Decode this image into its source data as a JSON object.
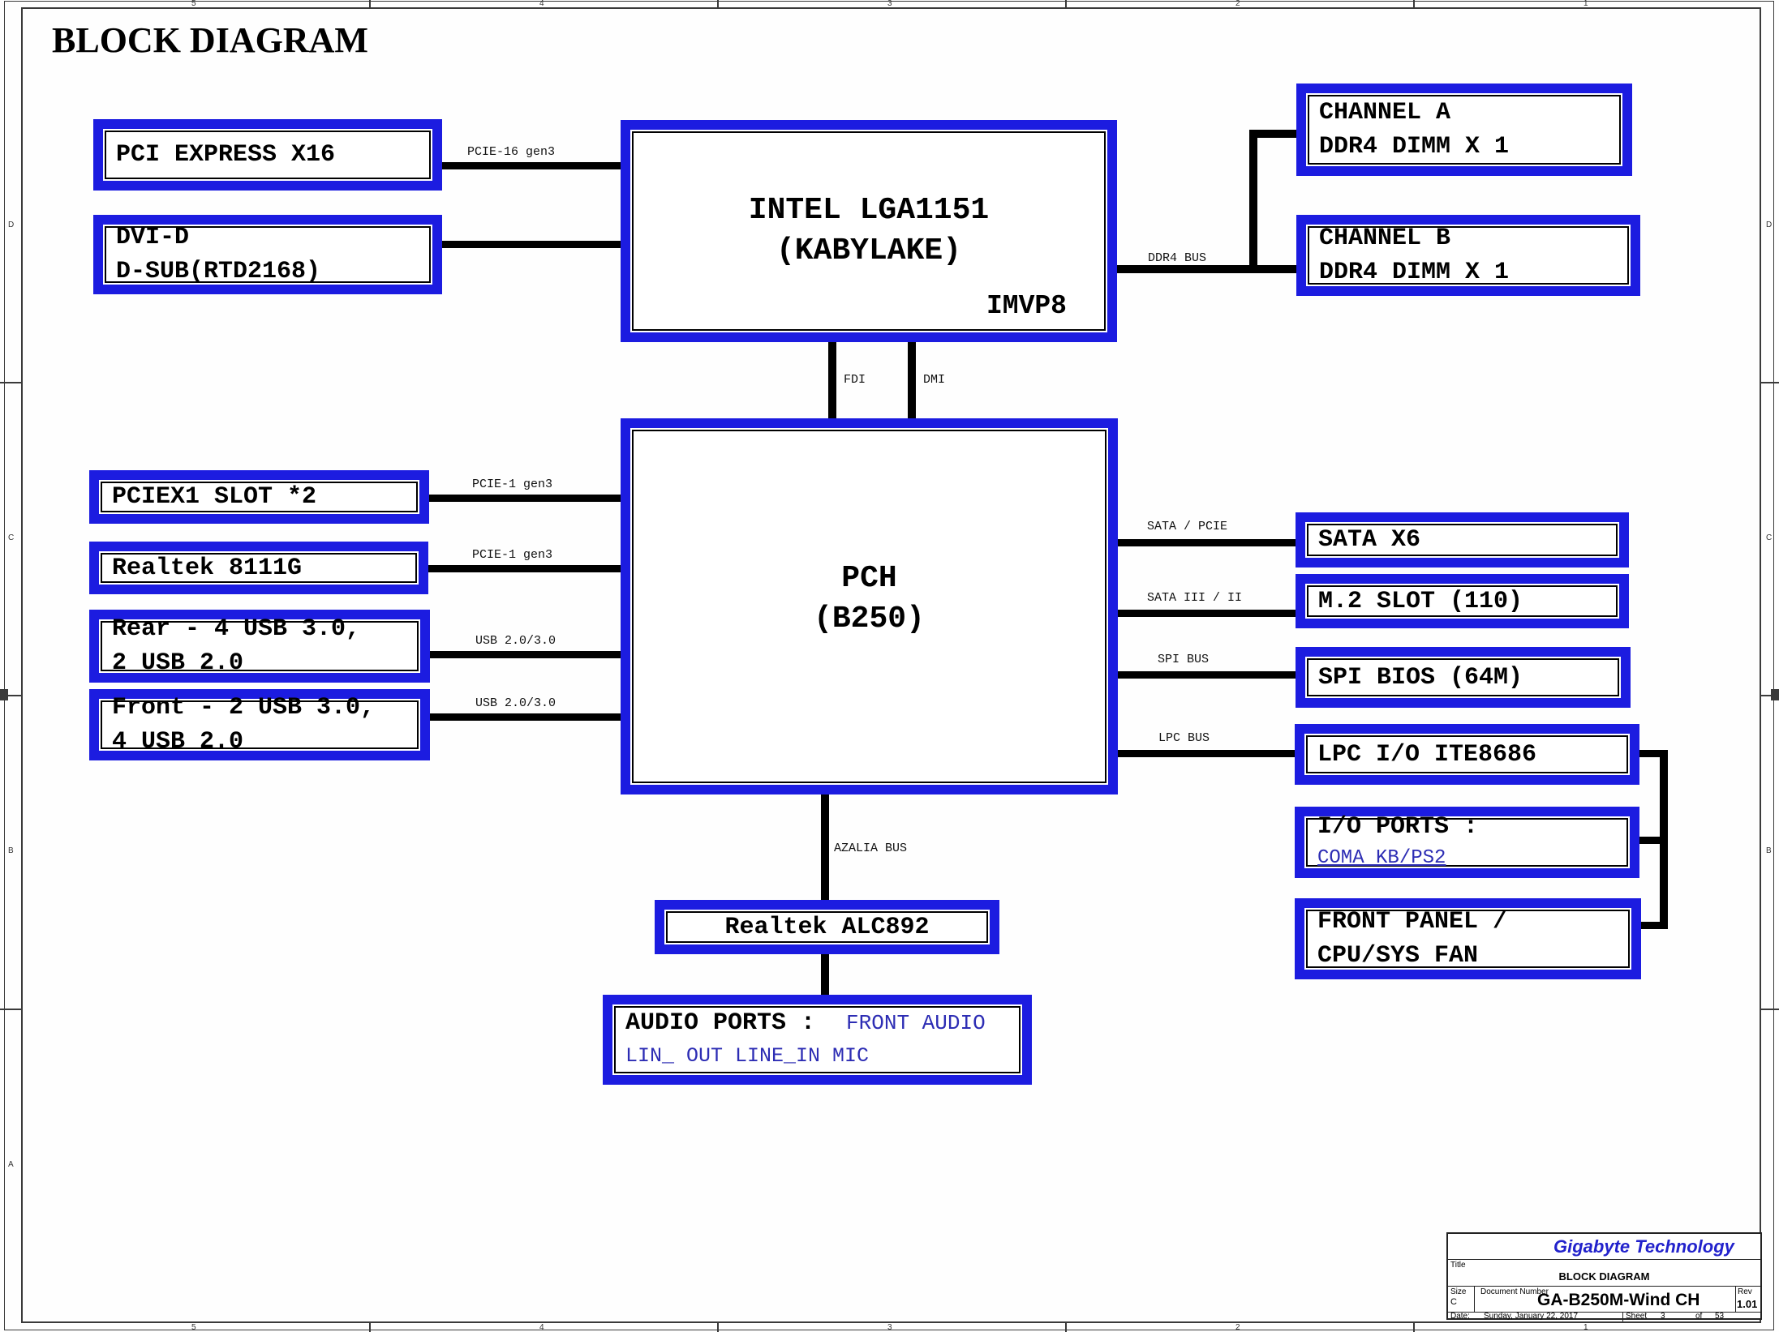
{
  "title": "BLOCK DIAGRAM",
  "colors": {
    "box_border": "#1c1ce0",
    "blue_text": "#2d2db4",
    "line_color": "#000000",
    "frame_color": "#3a3a3a"
  },
  "boxes": {
    "pci_express": "PCI EXPRESS X16",
    "dvi": "DVI-D\nD-SUB(RTD2168)",
    "intel": "INTEL LGA1151\n(KABYLAKE)",
    "intel_tag": "IMVP8",
    "channel_a": "CHANNEL A\nDDR4  DIMM X 1",
    "channel_b": "CHANNEL B\nDDR4 DIMM X 1",
    "pciex1": "PCIEX1 SLOT *2",
    "realtek_lan": "Realtek 8111G",
    "rear_usb": "Rear - 4 USB 3.0,\n 2 USB 2.0",
    "front_usb": "Front - 2 USB 3.0,\n4 USB 2.0",
    "pch": "PCH\n(B250)",
    "sata": "SATA X6",
    "m2": "M.2 SLOT (110)",
    "spi": "SPI BIOS (64M)",
    "lpc": "LPC I/O ITE8686",
    "io_ports_title": "I/O PORTS :",
    "io_ports_detail": "COMA  KB/PS2",
    "front_panel": "FRONT PANEL /\nCPU/SYS FAN",
    "alc892": "Realtek ALC892",
    "audio_title": "AUDIO PORTS :",
    "audio_front": "FRONT AUDIO",
    "audio_jacks": "LIN_ OUT  LINE_IN  MIC"
  },
  "bus_labels": {
    "pcie16": "PCIE-16 gen3",
    "ddr4": "DDR4 BUS",
    "fdi": "FDI",
    "dmi": "DMI",
    "pcie1_a": "PCIE-1 gen3",
    "pcie1_b": "PCIE-1 gen3",
    "usb_rear": "USB 2.0/3.0",
    "usb_front": "USB 2.0/3.0",
    "sata_pcie": "SATA / PCIE",
    "sata_iii": "SATA III / II",
    "spi_bus": "SPI BUS",
    "lpc_bus": "LPC BUS",
    "azalia": "AZALIA BUS"
  },
  "frame": {
    "zone_numbers": [
      "5",
      "4",
      "3",
      "2",
      "1"
    ],
    "zone_letters": [
      "D",
      "C",
      "B",
      "A"
    ]
  },
  "title_block": {
    "company": "Gigabyte Technology",
    "title_label": "Title",
    "title": "BLOCK DIAGRAM",
    "size_label": "Size",
    "size": "C",
    "doc_label": "Document Number",
    "doc_number": "GA-B250M-Wind CH",
    "rev_label": "Rev",
    "rev": "1.01",
    "date_label": "Date:",
    "date": "Sunday, January 22, 2017",
    "sheet_label": "Sheet",
    "sheet_no": "3",
    "of_label": "of",
    "sheet_total": "53"
  }
}
